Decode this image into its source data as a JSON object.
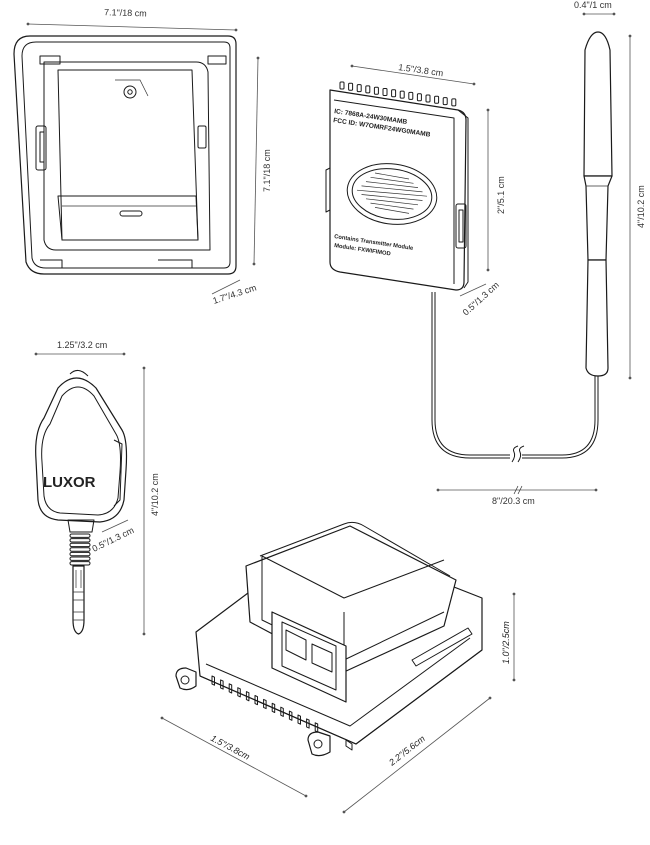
{
  "colors": {
    "line": "#1a1a1a",
    "dimension": "#555555",
    "background": "#ffffff"
  },
  "wall_mount": {
    "width_dim": "7.1\"/18 cm",
    "height_dim": "7.1\"/18 cm",
    "depth_dim": "1.7\"/4.3 cm"
  },
  "transmitter": {
    "width_dim": "1.5\"/3.8 cm",
    "height_dim": "2\"/5.1 cm",
    "depth_dim": "0.5\"/1.3 cm",
    "label_line1": "IC: 7868A-24W30MAMB",
    "label_line2": "FCC ID: W7OMRF24WG0MAMB",
    "label_line3": "Contains Transmitter Module",
    "label_line4": "Module: FXWIFIMOD"
  },
  "antenna": {
    "diameter_dim": "0.4\"/1 cm",
    "length_dim": "4\"/10.2 cm"
  },
  "cable": {
    "length_dim": "8\"/20.3 cm"
  },
  "plug": {
    "width_dim": "1.25\"/3.2 cm",
    "height_dim": "4\"/10.2 cm",
    "depth_dim": "0.5\"/1.3 cm",
    "brand": "LUXOR"
  },
  "module": {
    "height_dim": "1.0\"/2.5cm",
    "width_dim": "1.5\"/3.8cm",
    "length_dim": "2.2\"/5.6cm"
  }
}
